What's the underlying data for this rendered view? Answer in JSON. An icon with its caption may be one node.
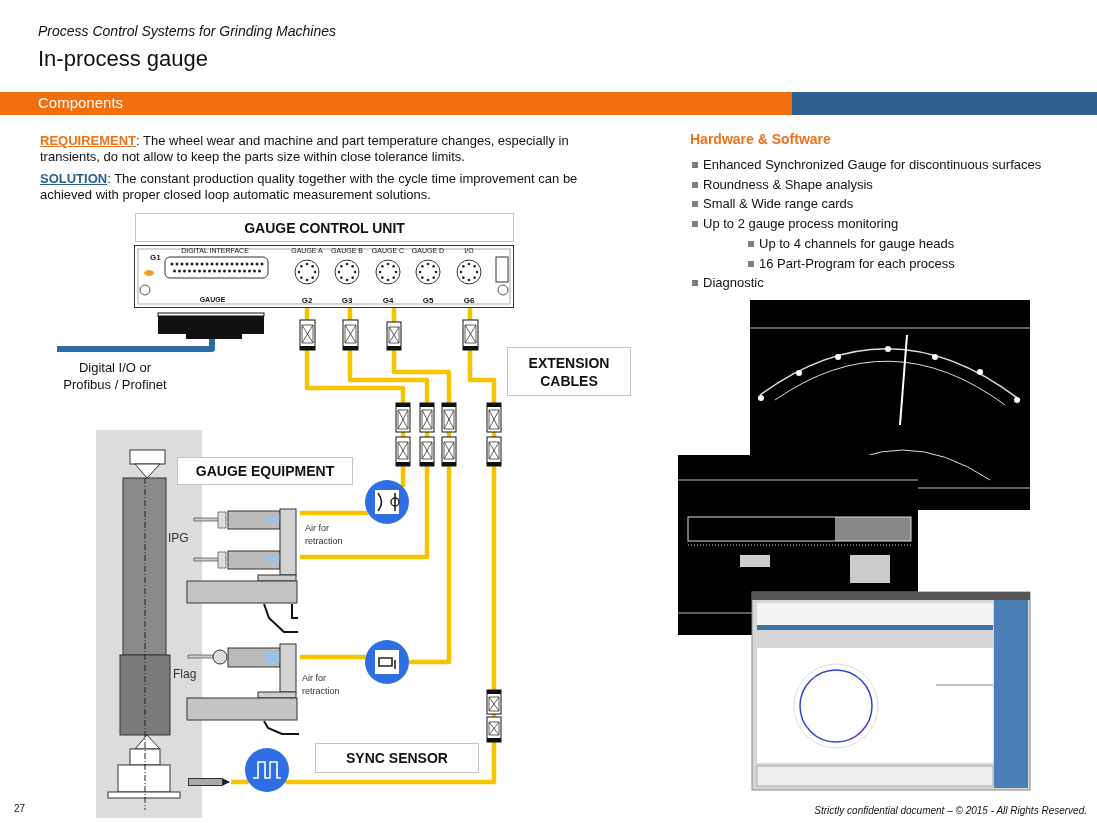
{
  "diagram": {
    "title": "In-process gauge",
    "nodes": [
      {
        "text": [
          "GAUGE CONTROL UNIT"
        ]
      },
      {
        "text": [],
        "shape": "picture"
      },
      {
        "text": [
          "EXTENSION CABLES"
        ]
      },
      {
        "text": [
          "GAUGE EQUIPMENT"
        ]
      },
      {
        "text": [
          "SYNC SENSOR"
        ]
      },
      {
        "text": [],
        "shape": "circle"
      },
      {
        "text": [],
        "shape": "circle"
      },
      {
        "text": [],
        "shape": "circle"
      },
      {
        "text": [],
        "shape": "picture",
        "beside": [
          "IPG",
          "Air for retraction"
        ]
      },
      {
        "text": [],
        "shape": "picture",
        "beside": [
          "Flag",
          "Air for retraction"
        ]
      },
      {
        "text": [],
        "shape": "bar"
      },
      {
        "text": [],
        "shape": "box"
      }
    ],
    "edges": [
      {
        "from": 1,
        "to": 5,
        "arrow": "none"
      },
      {
        "from": 1,
        "to": 8,
        "arrow": "none"
      },
      {
        "from": 1,
        "to": 6,
        "arrow": "none"
      },
      {
        "from": 1,
        "to": 7,
        "arrow": "none"
      },
      {
        "from": 5,
        "to": 8,
        "arrow": "none"
      },
      {
        "from": 6,
        "to": 9,
        "arrow": "none"
      },
      {
        "from": 7,
        "to": 10,
        "arrow": "none"
      },
      {
        "from": 11,
        "to": null,
        "arrow": "none",
        "color": "#2f6ca3"
      }
    ],
    "labels": [
      "Process Control Systems for Grinding Machines",
      "Components",
      "**REQUIREMENT**: The wheel wear and machine and part temperature changes, especially in transients, do not allow to keep the parts size within close tolerance limits.",
      "**SOLUTION**: The constant production quality together with the cycle time improvement can be achieved with proper closed loop automatic measurement solutions.",
      "G1",
      "DIGITAL INTERFACE",
      "GAUGE A",
      "GAUGE B",
      "GAUGE C",
      "GAUGE D",
      "I/O",
      "GAUGE",
      "G2",
      "G3",
      "G4",
      "G5",
      "G6",
      "Digital I/O or Profibus / Profinet",
      "Hardware & Software",
      "Enhanced Synchronized Gauge for discontinuous surfaces",
      "Roundness & Shape analysis",
      "Small & Wide range cards",
      "Up to 2 gauge process monitoring",
      "Up to 4 channels for gauge heads",
      "16 Part-Program for each process",
      "Diagnostic",
      "27",
      "Strictly confidential document – © 2015 - All Rights Reserved."
    ]
  }
}
